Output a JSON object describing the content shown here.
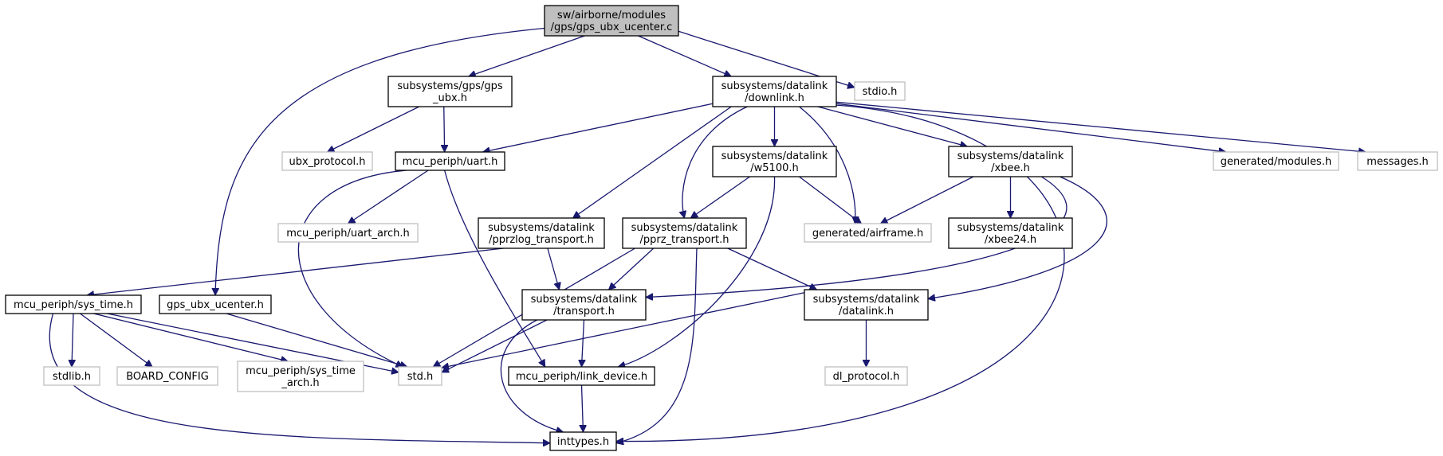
{
  "colors": {
    "edge": "#191970",
    "root_fill": "#bfbfbf",
    "node_border": "#000000",
    "external_border": "#bfbfbf"
  },
  "nodes": [
    {
      "id": "root",
      "lines": [
        "sw/airborne/modules",
        "/gps/gps_ubx_ucenter.c"
      ],
      "style": "root"
    },
    {
      "id": "gps_ubx",
      "lines": [
        "subsystems/gps/gps",
        "_ubx.h"
      ],
      "style": "normal"
    },
    {
      "id": "downlink",
      "lines": [
        "subsystems/datalink",
        "/downlink.h"
      ],
      "style": "normal"
    },
    {
      "id": "stdio",
      "lines": [
        "stdio.h"
      ],
      "style": "external"
    },
    {
      "id": "ubx_protocol",
      "lines": [
        "ubx_protocol.h"
      ],
      "style": "external"
    },
    {
      "id": "uart",
      "lines": [
        "mcu_periph/uart.h"
      ],
      "style": "normal"
    },
    {
      "id": "w5100",
      "lines": [
        "subsystems/datalink",
        "/w5100.h"
      ],
      "style": "normal"
    },
    {
      "id": "xbee",
      "lines": [
        "subsystems/datalink",
        "/xbee.h"
      ],
      "style": "normal"
    },
    {
      "id": "gen_modules",
      "lines": [
        "generated/modules.h"
      ],
      "style": "external"
    },
    {
      "id": "messages",
      "lines": [
        "messages.h"
      ],
      "style": "external"
    },
    {
      "id": "uart_arch",
      "lines": [
        "mcu_periph/uart_arch.h"
      ],
      "style": "external"
    },
    {
      "id": "pprzlog",
      "lines": [
        "subsystems/datalink",
        "/pprzlog_transport.h"
      ],
      "style": "normal"
    },
    {
      "id": "pprz_transport",
      "lines": [
        "subsystems/datalink",
        "/pprz_transport.h"
      ],
      "style": "normal"
    },
    {
      "id": "gen_airframe",
      "lines": [
        "generated/airframe.h"
      ],
      "style": "external"
    },
    {
      "id": "xbee24",
      "lines": [
        "subsystems/datalink",
        "/xbee24.h"
      ],
      "style": "normal"
    },
    {
      "id": "sys_time",
      "lines": [
        "mcu_periph/sys_time.h"
      ],
      "style": "normal"
    },
    {
      "id": "gps_ubx_ucenter",
      "lines": [
        "gps_ubx_ucenter.h"
      ],
      "style": "normal"
    },
    {
      "id": "transport",
      "lines": [
        "subsystems/datalink",
        "/transport.h"
      ],
      "style": "normal"
    },
    {
      "id": "datalink",
      "lines": [
        "subsystems/datalink",
        "/datalink.h"
      ],
      "style": "normal"
    },
    {
      "id": "stdlib",
      "lines": [
        "stdlib.h"
      ],
      "style": "external"
    },
    {
      "id": "board_config",
      "lines": [
        "BOARD_CONFIG"
      ],
      "style": "external"
    },
    {
      "id": "sys_time_arch",
      "lines": [
        "mcu_periph/sys_time",
        "_arch.h"
      ],
      "style": "external"
    },
    {
      "id": "std",
      "lines": [
        "std.h"
      ],
      "style": "external"
    },
    {
      "id": "link_device",
      "lines": [
        "mcu_periph/link_device.h"
      ],
      "style": "normal"
    },
    {
      "id": "dl_protocol",
      "lines": [
        "dl_protocol.h"
      ],
      "style": "external"
    },
    {
      "id": "inttypes",
      "lines": [
        "inttypes.h"
      ],
      "style": "normal"
    }
  ],
  "edges": [
    [
      "root",
      "gps_ubx"
    ],
    [
      "root",
      "downlink"
    ],
    [
      "root",
      "stdio"
    ],
    [
      "root",
      "gps_ubx_ucenter"
    ],
    [
      "gps_ubx",
      "ubx_protocol"
    ],
    [
      "gps_ubx",
      "uart"
    ],
    [
      "downlink",
      "uart"
    ],
    [
      "downlink",
      "w5100"
    ],
    [
      "downlink",
      "xbee"
    ],
    [
      "downlink",
      "gen_modules"
    ],
    [
      "downlink",
      "messages"
    ],
    [
      "downlink",
      "pprzlog"
    ],
    [
      "downlink",
      "pprz_transport"
    ],
    [
      "downlink",
      "gen_airframe"
    ],
    [
      "downlink",
      "inttypes"
    ],
    [
      "uart",
      "uart_arch"
    ],
    [
      "uart",
      "std"
    ],
    [
      "uart",
      "link_device"
    ],
    [
      "w5100",
      "pprz_transport"
    ],
    [
      "w5100",
      "gen_airframe"
    ],
    [
      "w5100",
      "link_device"
    ],
    [
      "xbee",
      "gen_airframe"
    ],
    [
      "xbee",
      "xbee24"
    ],
    [
      "xbee",
      "transport"
    ],
    [
      "xbee",
      "datalink"
    ],
    [
      "pprzlog",
      "sys_time"
    ],
    [
      "pprzlog",
      "transport"
    ],
    [
      "pprz_transport",
      "transport"
    ],
    [
      "pprz_transport",
      "datalink"
    ],
    [
      "pprz_transport",
      "std"
    ],
    [
      "pprz_transport",
      "inttypes"
    ],
    [
      "sys_time",
      "stdlib"
    ],
    [
      "sys_time",
      "board_config"
    ],
    [
      "sys_time",
      "sys_time_arch"
    ],
    [
      "sys_time",
      "std"
    ],
    [
      "sys_time",
      "inttypes"
    ],
    [
      "gps_ubx_ucenter",
      "std"
    ],
    [
      "transport",
      "std"
    ],
    [
      "transport",
      "link_device"
    ],
    [
      "transport",
      "inttypes"
    ],
    [
      "datalink",
      "std"
    ],
    [
      "datalink",
      "dl_protocol"
    ],
    [
      "link_device",
      "inttypes"
    ]
  ]
}
